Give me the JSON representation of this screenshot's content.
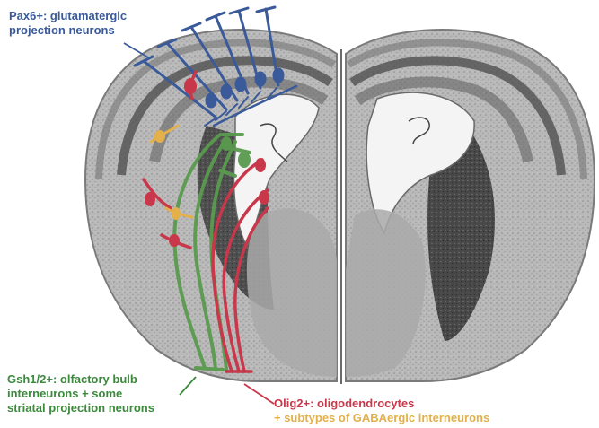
{
  "labels": {
    "pax6": [
      "Pax6+: glutamatergic",
      "projection neurons"
    ],
    "gsh": [
      "Gsh1/2+: olfactory bulb",
      "interneurons + some",
      "striatal projection neurons"
    ],
    "olig": {
      "line1": "Olig2+: oligodendrocytes",
      "line2": "+ subtypes of GABAergic interneurons"
    }
  },
  "colors": {
    "pax6_blue": "#3a5a9a",
    "gsh_green": "#5a9a4e",
    "olig_red": "#c8374a",
    "gaba_yellow": "#e3b04b",
    "tissue_gray": "#8a8a8a"
  }
}
